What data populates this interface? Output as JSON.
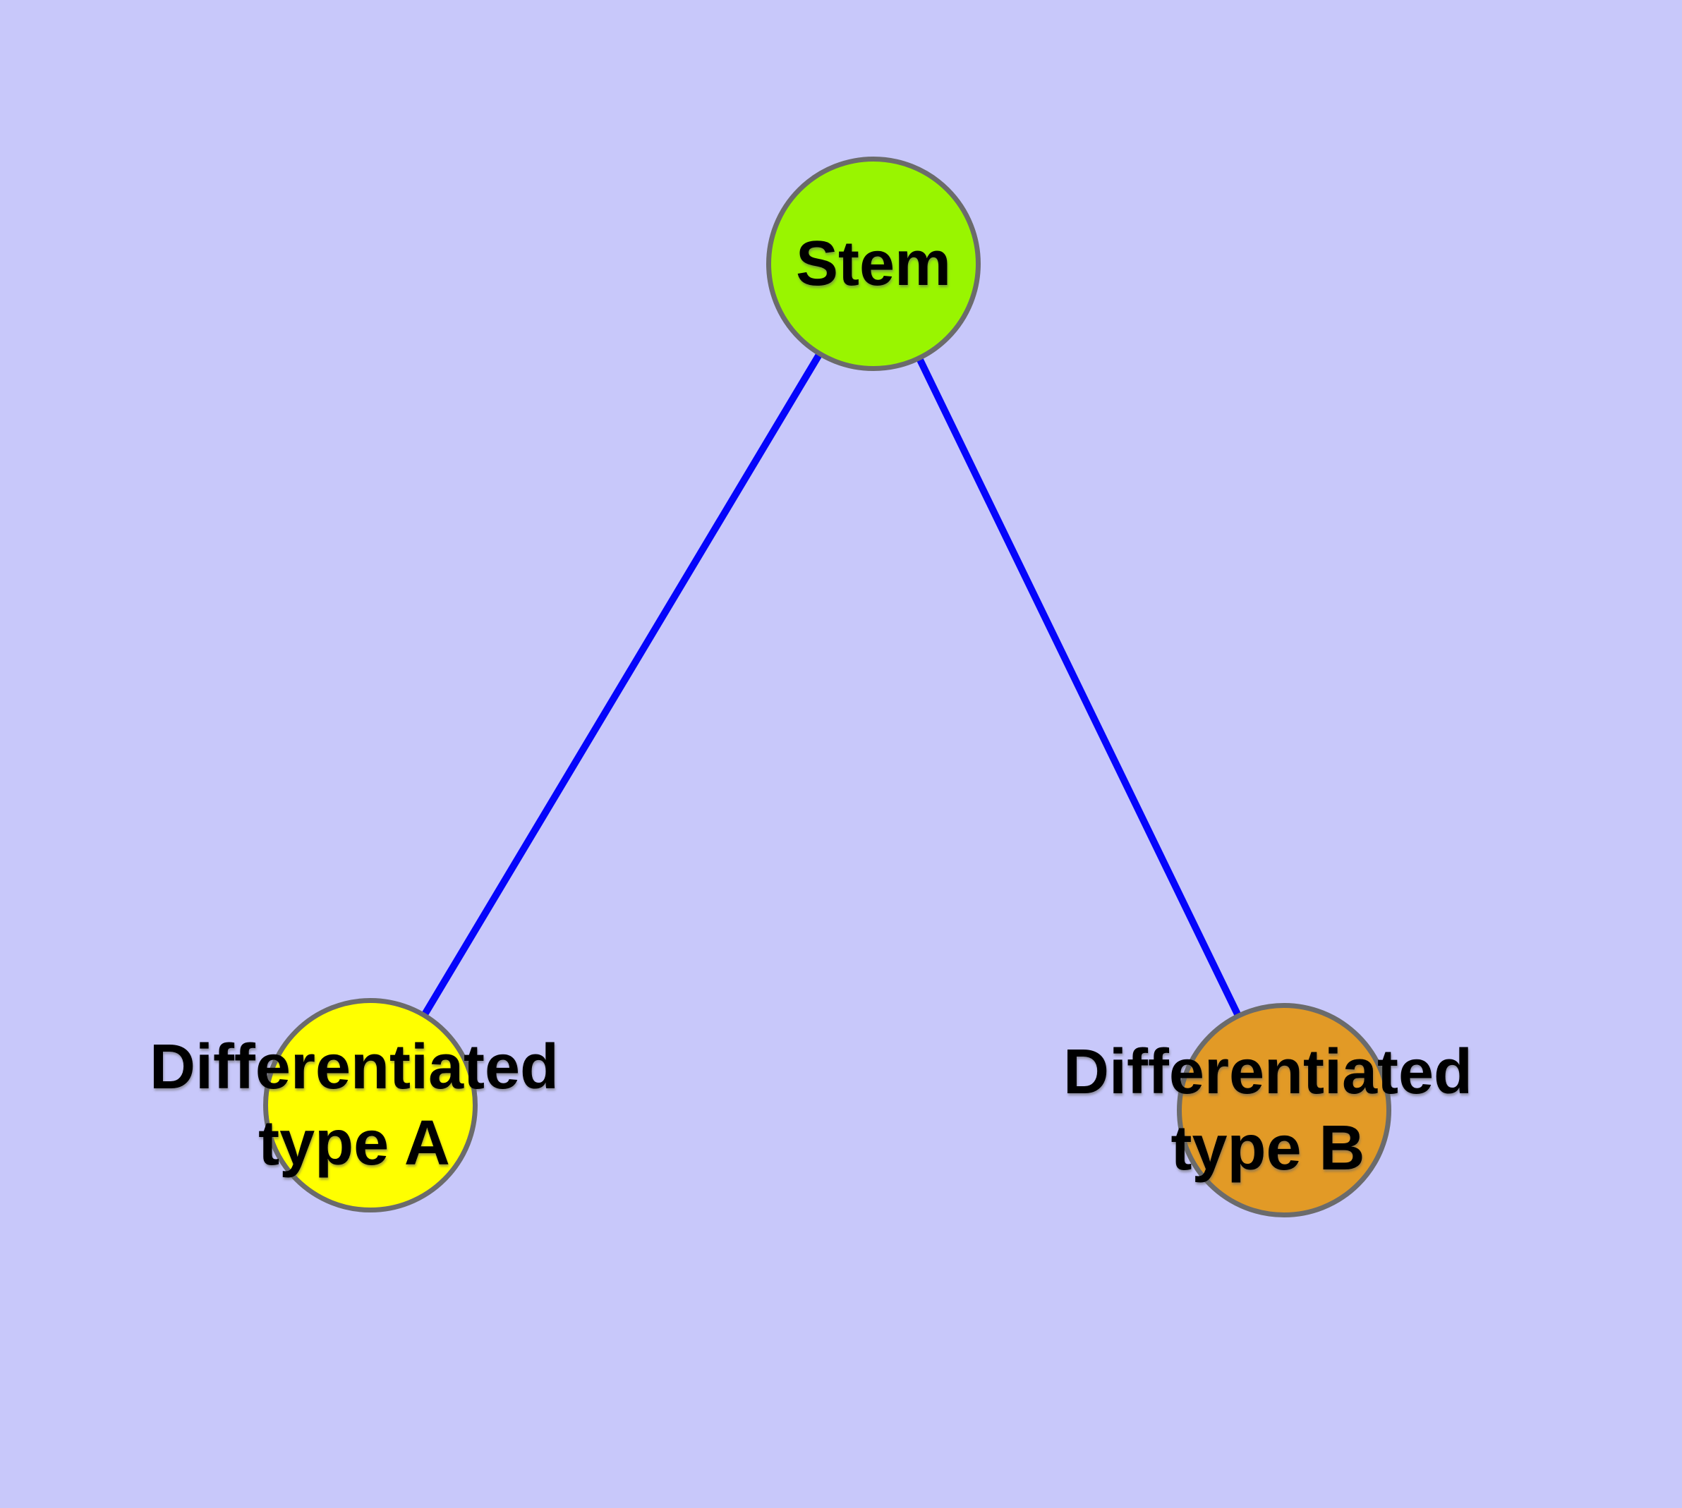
{
  "diagram": {
    "background_color": "#C8C8FA",
    "text_color": "#000000",
    "node_border_color": "#6B6B6B",
    "edge_color": "#0505FB",
    "nodes": [
      {
        "id": "stem",
        "line1": "Stem",
        "line2": "",
        "fill": "#99F500"
      },
      {
        "id": "differentiated-type-a",
        "line1": "Differentiated",
        "line2": "type A",
        "fill": "#FFFF00"
      },
      {
        "id": "differentiated-type-b",
        "line1": "Differentiated",
        "line2": "type B",
        "fill": "#E29A26"
      }
    ],
    "edges": [
      {
        "from": "Stem",
        "to": "Differentiated type A"
      },
      {
        "from": "Stem",
        "to": "Differentiated type B"
      }
    ]
  }
}
